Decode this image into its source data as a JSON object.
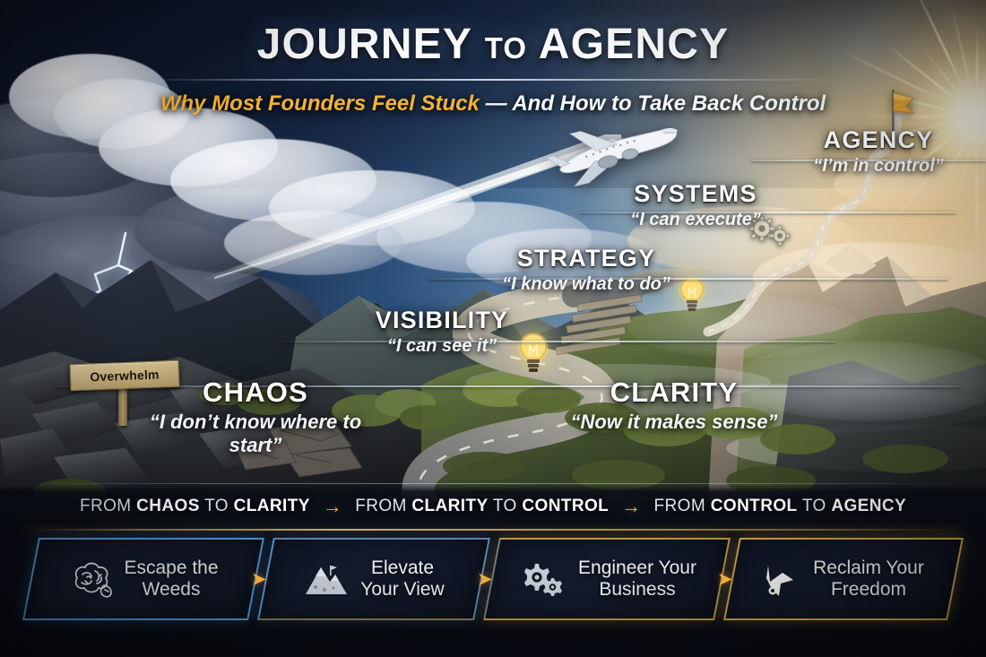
{
  "header": {
    "title_part1": "JOURNEY",
    "title_small": "TO",
    "title_part2": "AGENCY",
    "subtitle_gold": "Why Most Founders Feel Stuck",
    "subtitle_white": "— And How to Take Back Control"
  },
  "sign": {
    "label": "Overwhelm",
    "icon": "wooden-signpost-icon"
  },
  "stages": [
    {
      "id": "chaos",
      "name": "CHAOS",
      "quote": "“I don’t know where to start”",
      "icon": "storm-rocks-icon"
    },
    {
      "id": "visibility",
      "name": "VISIBILITY",
      "quote": "“I can see it”",
      "icon": "lightbulb-icon"
    },
    {
      "id": "clarity",
      "name": "CLARITY",
      "quote": "“Now it makes sense”",
      "icon": "winding-road-icon"
    },
    {
      "id": "strategy",
      "name": "STRATEGY",
      "quote": "“I know what to do”",
      "icon": "lightbulb-icon"
    },
    {
      "id": "systems",
      "name": "SYSTEMS",
      "quote": "“I can execute”",
      "icon": "gears-icon"
    },
    {
      "id": "agency",
      "name": "AGENCY",
      "quote": "“I’m in control”",
      "icon": "summit-flag-icon"
    }
  ],
  "transition": {
    "steps": [
      {
        "pre": "FROM ",
        "a": "CHAOS",
        "mid": " TO ",
        "b": "CLARITY"
      },
      {
        "pre": "FROM ",
        "a": "CLARITY",
        "mid": " TO ",
        "b": "CONTROL"
      },
      {
        "pre": "FROM ",
        "a": "CONTROL",
        "mid": " TO ",
        "b": "AGENCY"
      }
    ],
    "arrow": "→"
  },
  "cards": [
    {
      "line1": "Escape the",
      "line2": "Weeds",
      "icon": "tangled-weeds-icon",
      "accent": "#60aaec"
    },
    {
      "line1": "Elevate",
      "line2": "Your View",
      "icon": "mountain-icon",
      "accent": "#78b4eb"
    },
    {
      "line1": "Engineer Your",
      "line2": "Business",
      "icon": "gears-icon",
      "accent": "#d6ac46"
    },
    {
      "line1": "Reclaim Your",
      "line2": "Freedom",
      "icon": "flying-bird-icon",
      "accent": "#e2b44a"
    }
  ],
  "card_arrow": "➤",
  "scene": {
    "sun": "sun-burst-icon",
    "plane": "airplane-icon",
    "contrail": "contrail-trail",
    "lightning": "lightning-bolt-icon",
    "flag": "summit-flag-icon"
  },
  "colors": {
    "gold": "#f5b335",
    "arrow_gold": "#f0a93a",
    "white": "#ffffff",
    "sky_dark": "#101b30",
    "sky_light": "#f7e3bd",
    "panel_bg": "#0a0d16"
  }
}
